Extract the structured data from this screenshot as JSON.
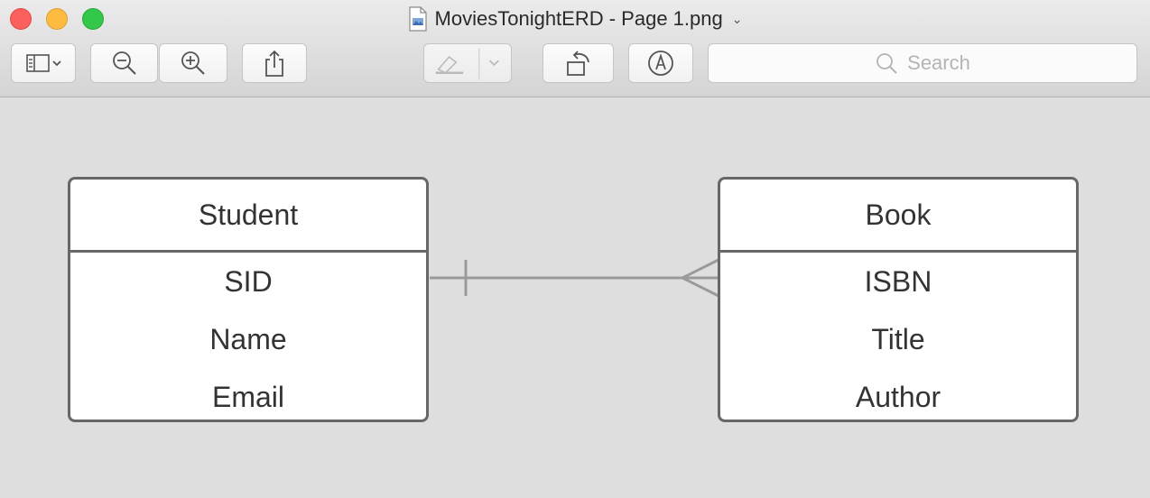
{
  "window": {
    "title": "MoviesTonightERD - Page 1.png",
    "title_chevron": "⌄"
  },
  "toolbar": {
    "search_placeholder": "Search",
    "buttons": [
      {
        "name": "sidebar-toggle",
        "icon": "sidebar-icon"
      },
      {
        "name": "zoom-out",
        "icon": "zoom-out-icon"
      },
      {
        "name": "zoom-in",
        "icon": "zoom-in-icon"
      },
      {
        "name": "share",
        "icon": "share-icon"
      },
      {
        "name": "highlight",
        "icon": "highlighter-icon"
      },
      {
        "name": "rotate",
        "icon": "rotate-icon"
      },
      {
        "name": "markup",
        "icon": "markup-icon"
      }
    ]
  },
  "diagram": {
    "entities": [
      {
        "name": "Student",
        "attributes": [
          "SID",
          "Name",
          "Email"
        ]
      },
      {
        "name": "Book",
        "attributes": [
          "ISBN",
          "Title",
          "Author"
        ]
      }
    ],
    "relationship": {
      "from": "Student",
      "to": "Book",
      "from_cardinality": "one",
      "to_cardinality": "many"
    }
  },
  "colors": {
    "close": "#fc605c",
    "minimize": "#fdbc40",
    "maximize": "#34c84a",
    "canvas": "#dedede",
    "entity_border": "#676767",
    "connector": "#9a9a9a"
  }
}
